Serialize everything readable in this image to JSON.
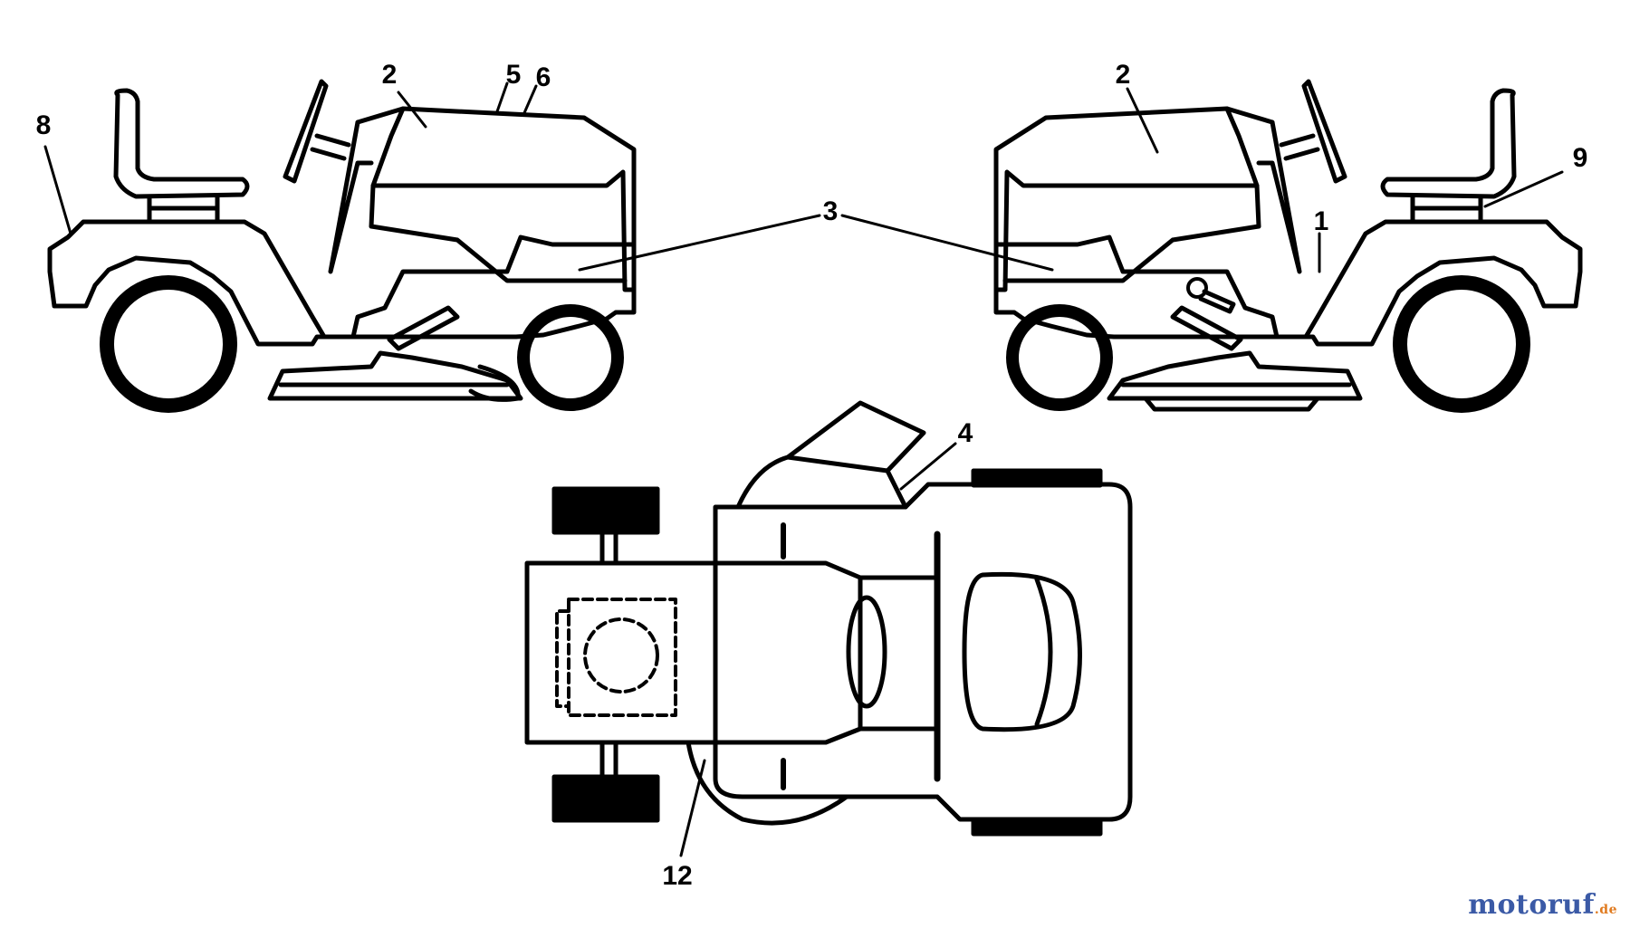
{
  "diagram": {
    "callouts": {
      "left_seat": "8",
      "left_hood": "2",
      "left_decal_a": "5",
      "left_decal_b": "6",
      "side_decal": "3",
      "right_hood": "2",
      "right_seat": "9",
      "right_frame": "1",
      "top_discharge": "4",
      "top_bottom": "12"
    }
  },
  "watermark": {
    "main": "motoruf",
    "suffix": ".de",
    "colors": {
      "main": "#3b5aa6",
      "suffix": "#e07a1e"
    }
  }
}
